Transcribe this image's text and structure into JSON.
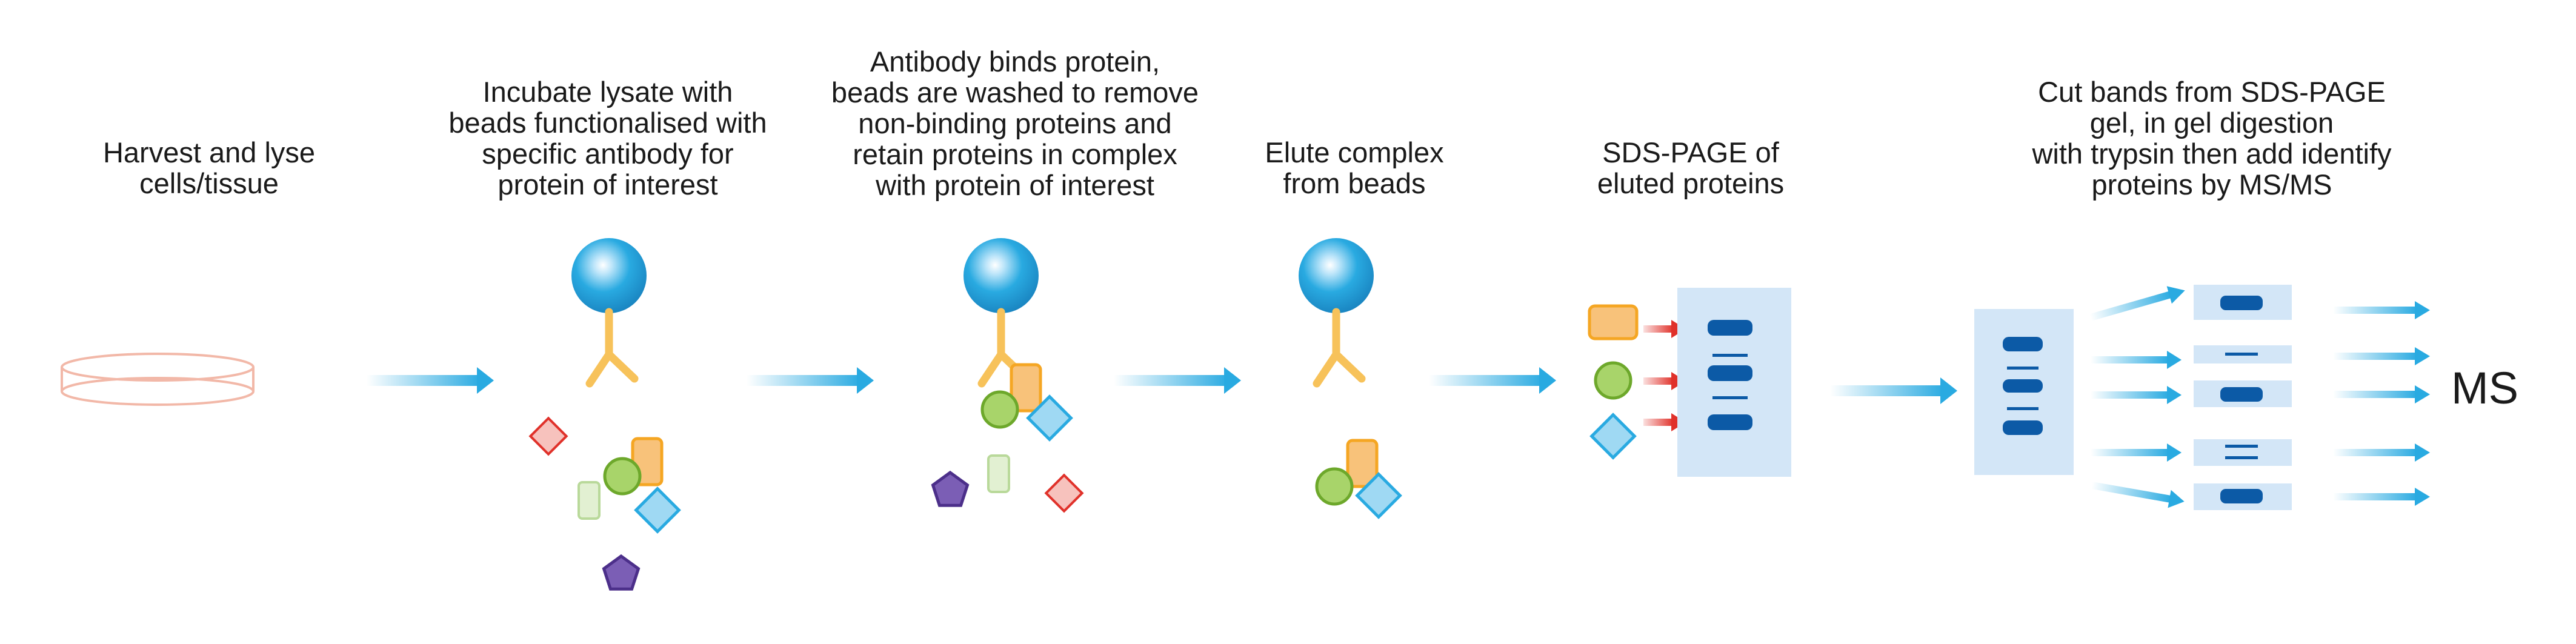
{
  "steps": [
    {
      "id": "harvest",
      "lines": [
        "Harvest and lyse",
        "cells/tissue"
      ]
    },
    {
      "id": "incubate",
      "lines": [
        "Incubate lysate with",
        "beads functionalised with",
        "specific antibody for",
        "protein of interest"
      ]
    },
    {
      "id": "bind",
      "lines": [
        "Antibody binds protein,",
        "beads are washed to remove",
        "non-binding proteins and",
        "retain proteins in complex",
        "with protein of interest"
      ]
    },
    {
      "id": "elute",
      "lines": [
        "Elute complex",
        "from beads"
      ]
    },
    {
      "id": "sds",
      "lines": [
        "SDS-PAGE of",
        "eluted proteins"
      ]
    },
    {
      "id": "cut",
      "lines": [
        "Cut bands from SDS-PAGE",
        "gel, in gel digestion",
        "with trypsin then add identify",
        "proteins by MS/MS"
      ]
    }
  ],
  "ms_label": "MS",
  "colors": {
    "bead": "#29aae1",
    "antibody": "#f7c25a",
    "arrow": "#29aae1",
    "gel": "#d3e6f7",
    "band": "#0c5aa6",
    "red_arrow": "#e0312a",
    "dish": "#f2b8a8",
    "orange": "#f5a623",
    "green": "#8cc63f",
    "blue_diamond": "#29aae1",
    "red_diamond": "#e0312a",
    "purple": "#5c3d99",
    "pale_green": "#cfe5b5"
  }
}
